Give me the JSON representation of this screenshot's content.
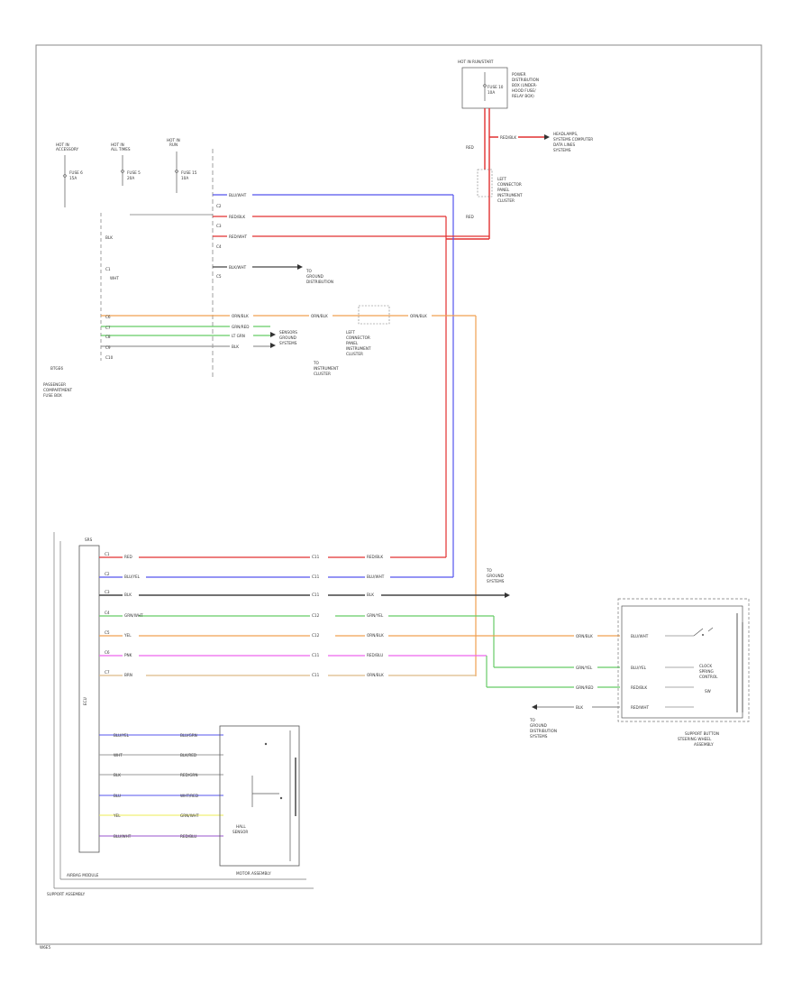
{
  "diagram": {
    "page_code": "W6E5",
    "components": {
      "hot_run_pdb": {
        "title": "HOT IN RUN/START",
        "lines": [
          "POWER",
          "DISTRIBUTION",
          "BOX (UNDER-",
          "HOOD FUSE/",
          "RELAY BOX)"
        ],
        "fuse": "FUSE 10",
        "amp": "10A"
      },
      "fuse_a": {
        "title": [
          "HOT IN",
          "ACCESSORY"
        ],
        "fuse": "FUSE 6",
        "amp": "15A"
      },
      "fuse_b": {
        "title": [
          "HOT IN",
          "ALL TIMES"
        ],
        "fuse": "FUSE 5",
        "amp": "20A"
      },
      "fuse_c": {
        "title": [
          "HOT IN",
          "RUN"
        ],
        "fuse": "FUSE 15",
        "amp": "10A"
      },
      "ipdb": {
        "lines": [
          "PASSENGER",
          "COMPARTMENT",
          "FUSE BOX"
        ],
        "ref": "BTGE6"
      },
      "cluster_conn": {
        "lines": [
          "LEFT",
          "CONNECTOR",
          "PANEL",
          "INSTRUMENT",
          "CLUSTER"
        ]
      },
      "cluster_conn2": {
        "lines": [
          "LEFT",
          "CONNECTOR",
          "PANEL",
          "INSTRUMENT",
          "CLUSTER"
        ]
      },
      "headlamp_ref": {
        "lines": [
          "HEADLAMPS,",
          "SYSTEMS COMPUTER",
          "DATA LINES",
          "SYSTEMS"
        ]
      },
      "ground_ref": {
        "lines": [
          "TO",
          "GROUND",
          "DISTRIBUTION"
        ]
      },
      "ground_ref2": {
        "lines": [
          "TO",
          "GROUND",
          "DISTRIBUTION",
          "SYSTEMS"
        ]
      },
      "cluster_ref": {
        "lines": [
          "TO",
          "INSTRUMENT",
          "CLUSTER"
        ]
      },
      "sensors_ref": {
        "lines": [
          "SENSORS",
          "GROUND",
          "SYSTEMS"
        ]
      },
      "brake_ref": {
        "lines": [
          "TO",
          "GROUND",
          "SYSTEMS"
        ]
      },
      "airbag_module": {
        "label": "AIRBAG MODULE",
        "sub": "SRS",
        "inner": "ECU"
      },
      "motor_assy": {
        "label": "MOTOR ASSEMBLY",
        "inner": [
          "HALL",
          "SENSOR"
        ]
      },
      "outer_assy": {
        "label": "SUPPORT ASSEMBLY"
      },
      "steering_switch": {
        "label": [
          "SUPPORT BUTTON",
          "STEERING WHEEL",
          "ASSEMBLY"
        ],
        "inner": [
          "CLOCK",
          "SPRING",
          "CONTROL",
          "SW"
        ]
      }
    },
    "wires": {
      "blu_wht": "BLU/WHT",
      "red_blk": "RED/BLK",
      "red_wht": "RED/WHT",
      "blk_wht": "BLK/WHT",
      "orn_blk": "ORN/BLK",
      "grn_red": "GRN/RED",
      "lt_grn": "LT GRN",
      "grn_wht": "GRN/WHT",
      "blk": "BLK",
      "red": "RED",
      "blu": "BLU",
      "yel": "YEL",
      "pnk": "PNK",
      "brn": "BRN",
      "wht": "WHT",
      "red_blu": "RED/BLU",
      "grn_yel": "GRN/YEL",
      "blu_yel": "BLU/YEL",
      "blk_red": "BLK/RED",
      "red_grn": "RED/GRN",
      "wht_red": "WHT/RED",
      "blu_grn": "BLU/GRN"
    },
    "pins": {
      "c1": "C1",
      "c2": "C2",
      "c3": "C3",
      "c4": "C4",
      "c5": "C5",
      "c6": "C6",
      "c7": "C7",
      "c8": "C8",
      "c9": "C9",
      "c10": "C10",
      "c11": "C11",
      "c12": "C12"
    }
  }
}
